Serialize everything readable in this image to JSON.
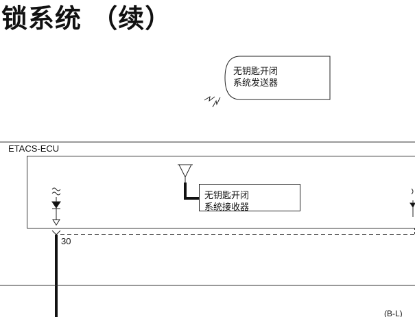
{
  "header": {
    "title": "锁系统 （续）"
  },
  "transmitter": {
    "line1": "无钥匙开闭",
    "line2": "系统发送器"
  },
  "ecu": {
    "label": "ETACS-ECU",
    "receiver_line1": "无钥匙开闭",
    "receiver_line2": "系统接收器",
    "pin": "30"
  },
  "footer": {
    "corner_note": "(B-L)"
  }
}
